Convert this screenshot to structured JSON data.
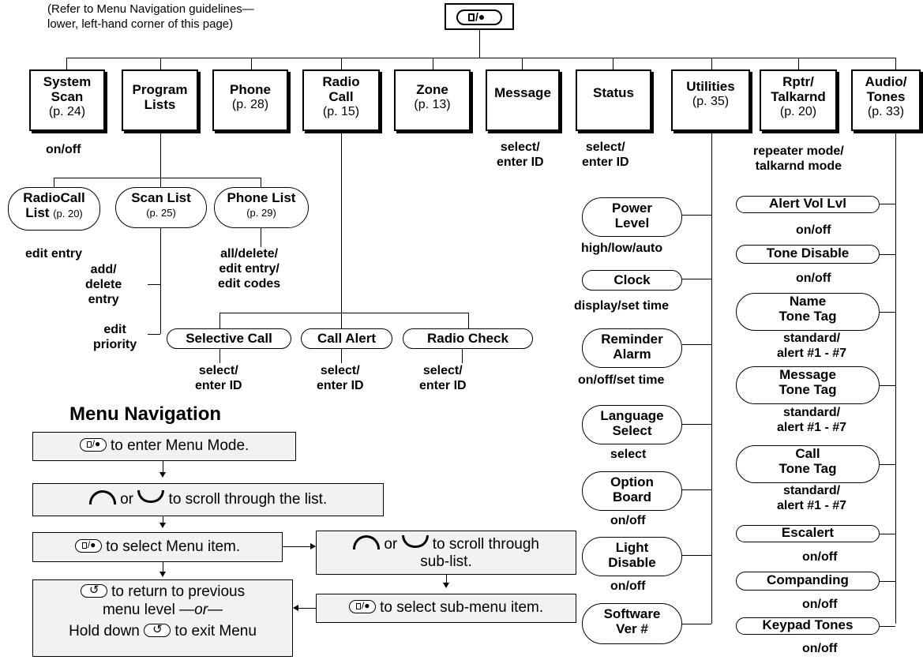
{
  "note": [
    "(Refer to Menu Navigation guidelines—",
    "lower, left-hand corner of this page)"
  ],
  "top_key": "/●",
  "main_menu": [
    {
      "line1": "System",
      "line2": "Scan",
      "page": "(p. 24)"
    },
    {
      "line1": "Program",
      "line2": "Lists",
      "page": ""
    },
    {
      "line1": "Phone",
      "line2": "",
      "page": "(p. 28)"
    },
    {
      "line1": "Radio",
      "line2": "Call",
      "page": "(p. 15)"
    },
    {
      "line1": "Zone",
      "line2": "",
      "page": "(p. 13)"
    },
    {
      "line1": "Message",
      "line2": "",
      "page": ""
    },
    {
      "line1": "Status",
      "line2": "",
      "page": ""
    },
    {
      "line1": "Utilities",
      "line2": "",
      "page": "(p. 35)"
    },
    {
      "line1": "Rptr/",
      "line2": "Talkarnd",
      "page": "(p. 20)"
    },
    {
      "line1": "Audio/",
      "line2": "Tones",
      "page": "(p. 33)"
    }
  ],
  "labels": {
    "system_scan": "on/off",
    "message": [
      "select/",
      "enter ID"
    ],
    "status": [
      "select/",
      "enter ID"
    ],
    "rptr": [
      "repeater mode/",
      "talkarnd mode"
    ],
    "radiocall_list": "edit entry",
    "scan_list": [
      "add/",
      "delete",
      "entry",
      "edit",
      "priority"
    ],
    "phone_list": [
      "all/delete/",
      "edit entry/",
      "edit codes"
    ],
    "selective_call": [
      "select/",
      "enter ID"
    ],
    "call_alert": [
      "select/",
      "enter ID"
    ],
    "radio_check": [
      "select/",
      "enter ID"
    ]
  },
  "program_lists": {
    "radiocall": {
      "name1": "RadioCall",
      "name2": "List",
      "page": "(p. 20)"
    },
    "scan": {
      "name": "Scan List",
      "page": "(p. 25)"
    },
    "phone": {
      "name": "Phone List",
      "page": "(p. 29)"
    }
  },
  "radio_call_items": [
    "Selective Call",
    "Call Alert",
    "Radio Check"
  ],
  "utilities": [
    {
      "l1": "Power",
      "l2": "Level",
      "opt": "high/low/auto"
    },
    {
      "l1": "Clock",
      "l2": "",
      "opt": "display/set time"
    },
    {
      "l1": "Reminder",
      "l2": "Alarm",
      "opt": "on/off/set time"
    },
    {
      "l1": "Language",
      "l2": "Select",
      "opt": "select"
    },
    {
      "l1": "Option",
      "l2": "Board",
      "opt": "on/off"
    },
    {
      "l1": "Light",
      "l2": "Disable",
      "opt": "on/off"
    },
    {
      "l1": "Software",
      "l2": "Ver #",
      "opt": ""
    }
  ],
  "audio_tones": [
    {
      "l1": "Alert Vol Lvl",
      "l2": "",
      "opt1": "on/off",
      "opt2": ""
    },
    {
      "l1": "Tone Disable",
      "l2": "",
      "opt1": "on/off",
      "opt2": ""
    },
    {
      "l1": "Name",
      "l2": "Tone Tag",
      "opt1": "standard/",
      "opt2": "alert #1 - #7"
    },
    {
      "l1": "Message",
      "l2": "Tone Tag",
      "opt1": "standard/",
      "opt2": "alert #1 - #7"
    },
    {
      "l1": "Call",
      "l2": "Tone Tag",
      "opt1": "standard/",
      "opt2": "alert #1 - #7"
    },
    {
      "l1": "Escalert",
      "l2": "",
      "opt1": "on/off",
      "opt2": ""
    },
    {
      "l1": "Companding",
      "l2": "",
      "opt1": "on/off",
      "opt2": ""
    },
    {
      "l1": "Keypad Tones",
      "l2": "",
      "opt1": "on/off",
      "opt2": ""
    }
  ],
  "nav": {
    "title": "Menu Navigation",
    "step1": "to enter Menu Mode.",
    "or": "or",
    "step2": "to scroll through the list.",
    "step3": "to select Menu item.",
    "step4a": "to scroll through",
    "step4b": "sub-list.",
    "step5": "to select sub-menu item.",
    "step6a": "to return to previous",
    "step6b": "menu level —",
    "step6or": "or",
    "step6c": "—",
    "step6d": "Hold down",
    "step6e": "to exit Menu"
  }
}
